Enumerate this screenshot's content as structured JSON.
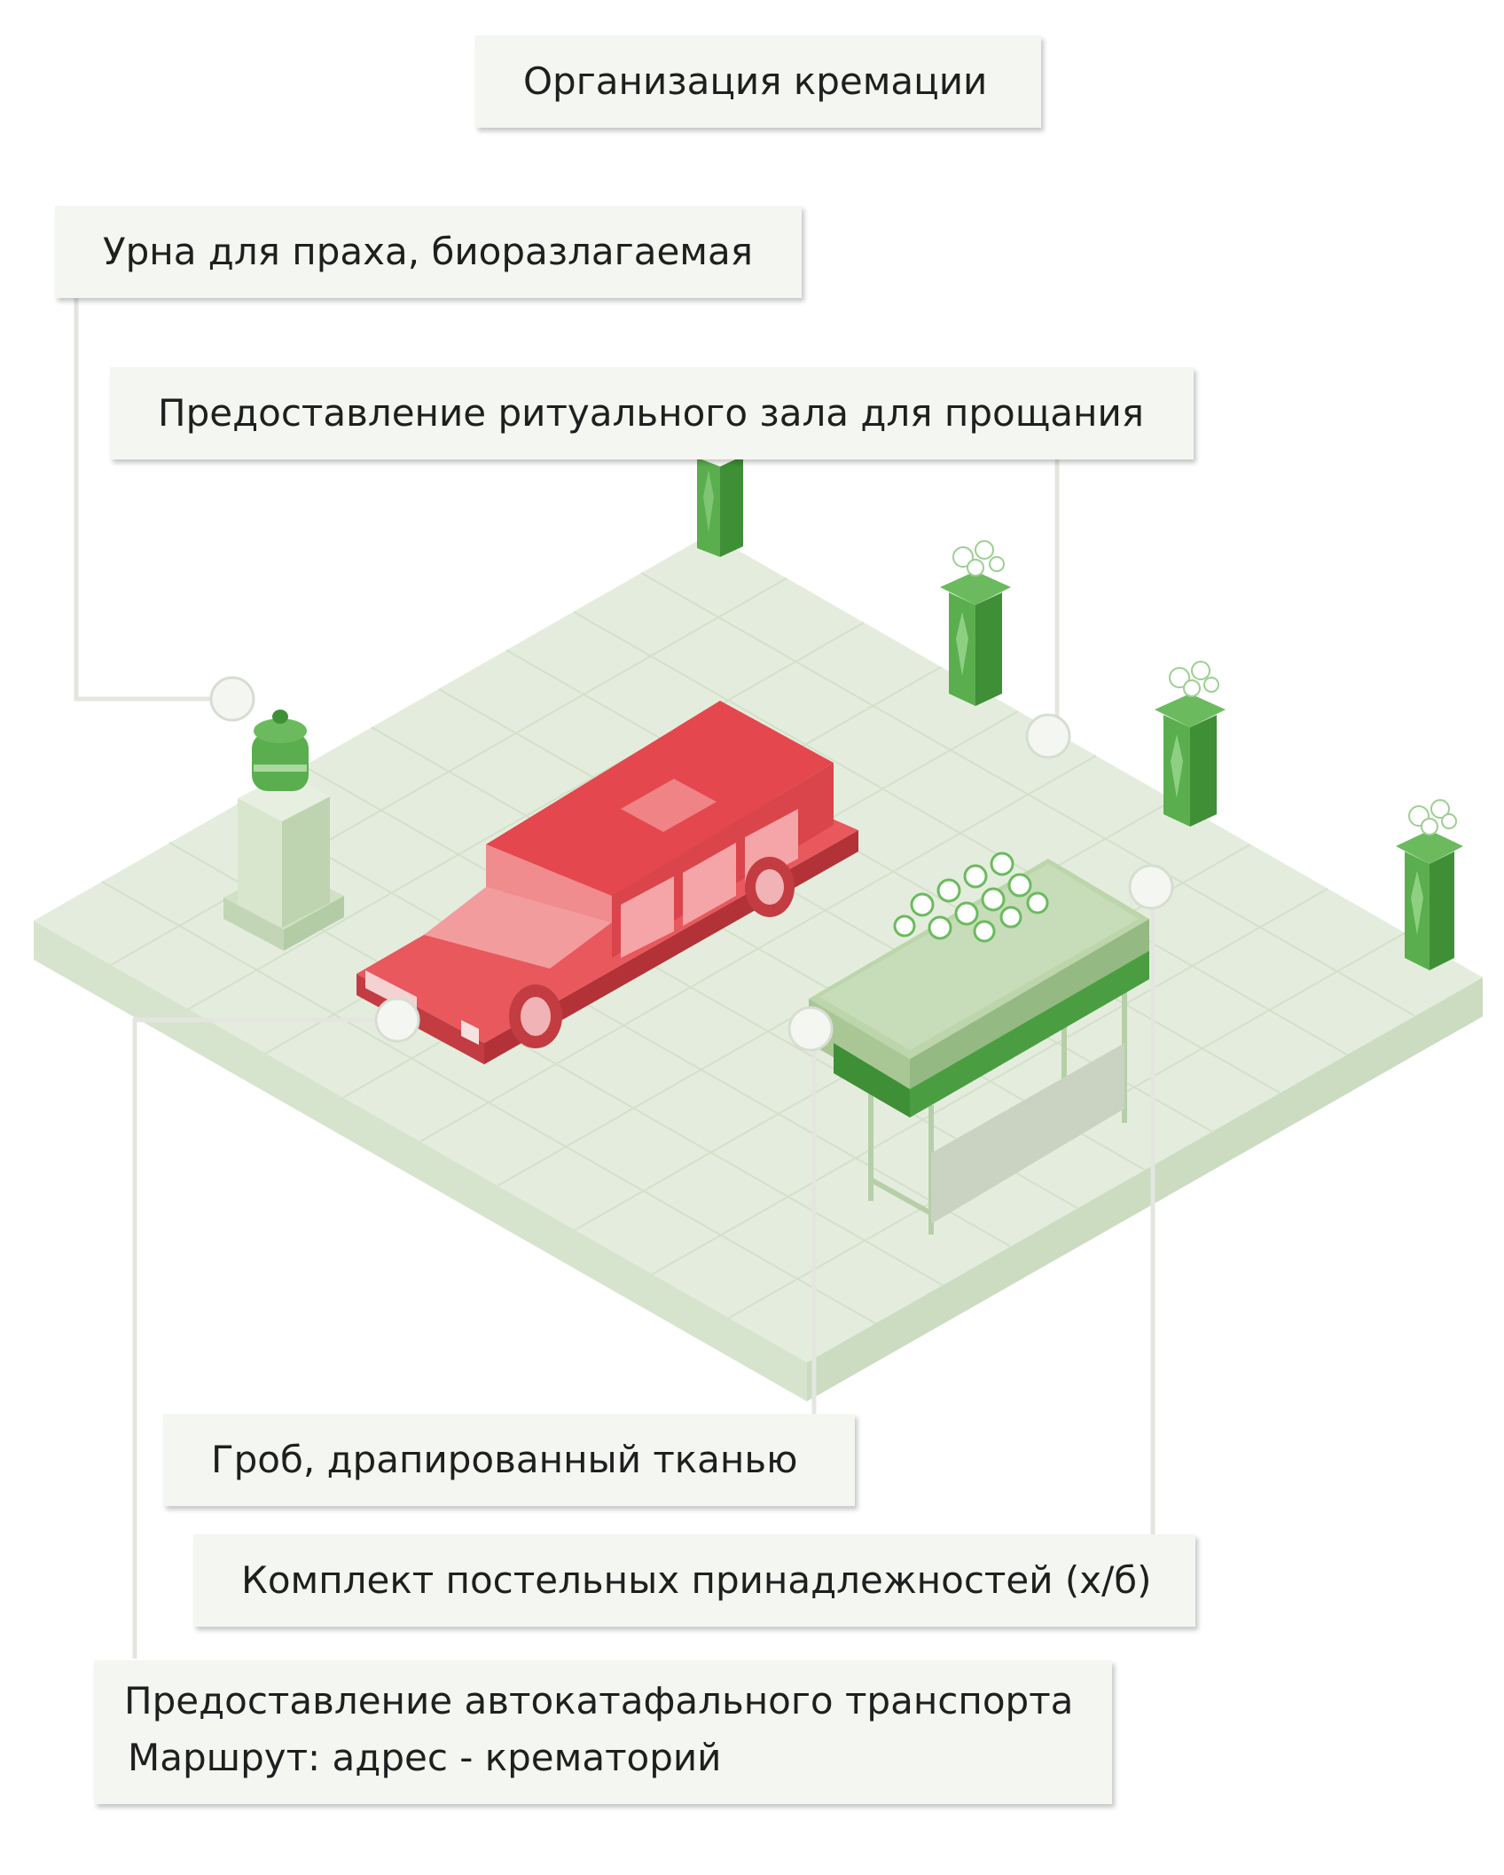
{
  "title": "Организация кремации",
  "labels": {
    "urn": "Урна для праха, биоразлагаемая",
    "hall": "Предоставление ритуального зала для прощания",
    "coffin": "Гроб, драпированный тканью",
    "bedding": "Комплект постельных принадлежностей (х/б)",
    "transport_line1": "Предоставление автокатафального транспорта",
    "transport_line2": "Маршрут: адрес - крематорий"
  },
  "colors": {
    "floor_top": "#e4eddd",
    "floor_side": "#d6e3cc",
    "accent_green": "#5aae4e",
    "dark_green": "#3f8f37",
    "hearse_red": "#e8585c",
    "label_bg": "#f4f6f1",
    "connector": "#e3e6e0"
  }
}
